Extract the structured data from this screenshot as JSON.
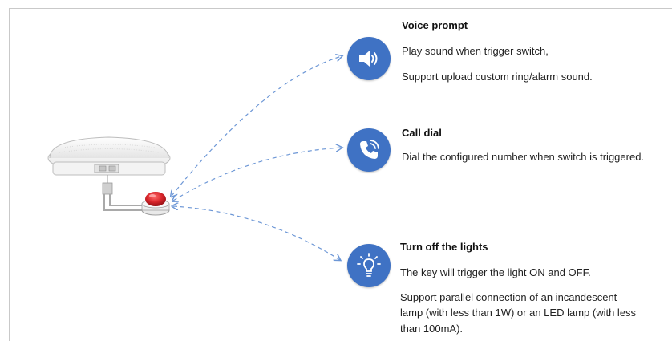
{
  "colors": {
    "icon_bg": "#3f72c4",
    "connector": "#6d97d6",
    "button_red": "#d9262b",
    "device_grey": "#bfbfbf"
  },
  "features": [
    {
      "icon": "speaker-volume-icon",
      "title": "Voice prompt",
      "lines": [
        "Play sound when trigger switch,",
        "Support upload custom ring/alarm sound."
      ]
    },
    {
      "icon": "phone-call-icon",
      "title": "Call dial",
      "lines": [
        "Dial the configured number when switch is triggered."
      ]
    },
    {
      "icon": "light-bulb-icon",
      "title": "Turn off the lights",
      "lines": [
        "The key will trigger the light ON and OFF.",
        "Support parallel connection of an incandescent",
        "lamp (with less than 1W) or an LED lamp (with less",
        "than 100mA)."
      ]
    }
  ]
}
